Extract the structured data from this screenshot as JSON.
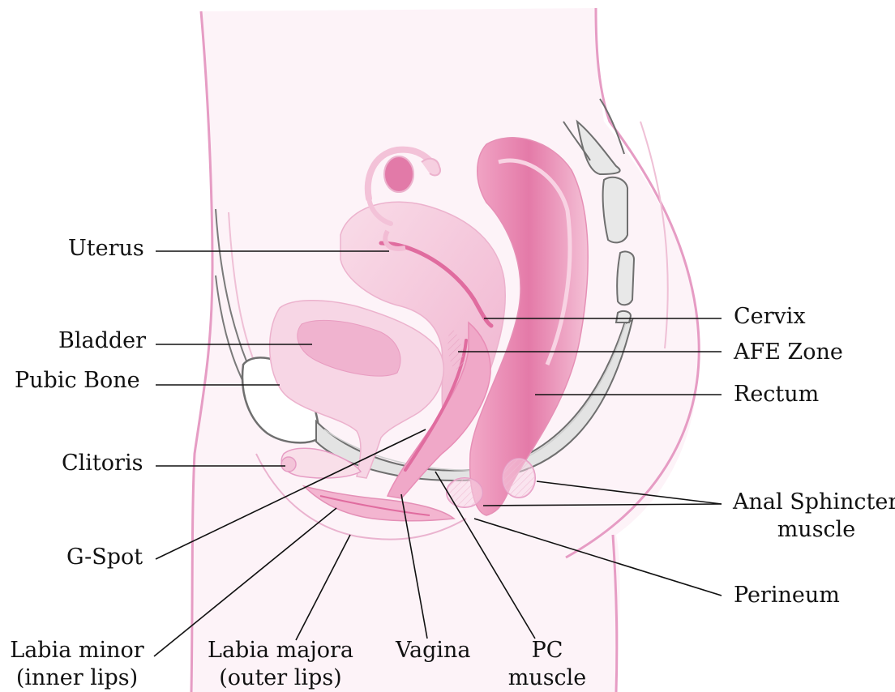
{
  "labels": {
    "uterus": "Uterus",
    "bladder": "Bladder",
    "pubic_bone": "Pubic Bone",
    "clitoris": "Clitoris",
    "g_spot": "G-Spot",
    "labia_minor_1": "Labia minor",
    "labia_minor_2": "(inner lips)",
    "labia_majora_1": "Labia majora",
    "labia_majora_2": "(outer lips)",
    "vagina": "Vagina",
    "pc_1": "PC",
    "pc_2": "muscle",
    "perineum": "Perineum",
    "anal_sphincter_1": "Anal Sphincter",
    "anal_sphincter_2": "muscle",
    "rectum": "Rectum",
    "afe_zone": "AFE Zone",
    "cervix": "Cervix"
  },
  "colors": {
    "outline": "#e69cc4",
    "skin": "#fbeff5",
    "organ_light": "#f6cfe0",
    "organ_mid": "#ee9cc0",
    "organ_dark": "#e06c9f",
    "bone": "#e3e3e3",
    "bone_line": "#6f6f6f",
    "leader": "#111111"
  }
}
